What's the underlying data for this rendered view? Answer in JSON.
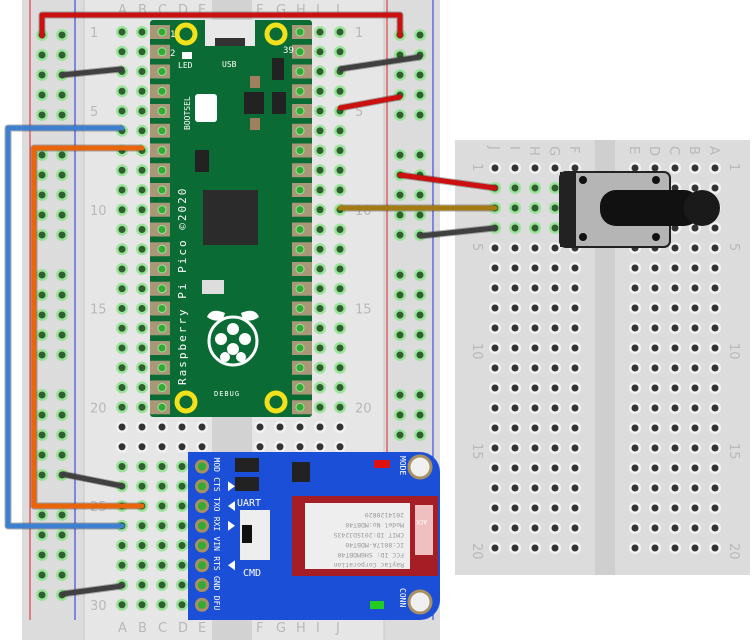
{
  "breadboard_left": {
    "columns_left": [
      "A",
      "B",
      "C",
      "D",
      "E"
    ],
    "columns_right": [
      "F",
      "G",
      "H",
      "I",
      "J"
    ],
    "row_labels": [
      "1",
      "5",
      "10",
      "15",
      "20",
      "25",
      "30"
    ]
  },
  "breadboard_right": {
    "columns_left": [
      "J",
      "I",
      "H",
      "G",
      "F"
    ],
    "columns_right": [
      "E",
      "D",
      "C",
      "B",
      "A"
    ],
    "row_labels": [
      "1",
      "5",
      "10",
      "15",
      "20"
    ]
  },
  "pico": {
    "pin1": "1",
    "pin2": "2",
    "pin39": "39",
    "led": "LED",
    "usb": "USB",
    "bootsel": "BOOTSEL",
    "title": "Raspberry Pi Pico ©2020",
    "debug": "DEBUG"
  },
  "ble_module": {
    "pins": [
      "MOD",
      "CTS",
      "TXO",
      "RXI",
      "VIN",
      "RTS",
      "GND",
      "DFU"
    ],
    "switch_top": "UART",
    "switch_bottom": "CMD",
    "mode": "MODE",
    "conn": "CONN",
    "ack": "ACK",
    "chip_text": [
      "Raytac Corporation",
      "FCC ID: SH6MDBT40",
      "IC:8017A-MDBT40",
      "CMIT ID:2015DJ2435",
      "Model No:MDBT40",
      "2014120820"
    ]
  },
  "colors": {
    "red_wire": "#cc1010",
    "black_wire": "#404040",
    "blue_wire": "#3f7fcf",
    "orange_wire": "#e8650c",
    "brown_wire": "#a37b12",
    "pico_green": "#0b6b35",
    "ble_blue": "#1c4fd8"
  }
}
